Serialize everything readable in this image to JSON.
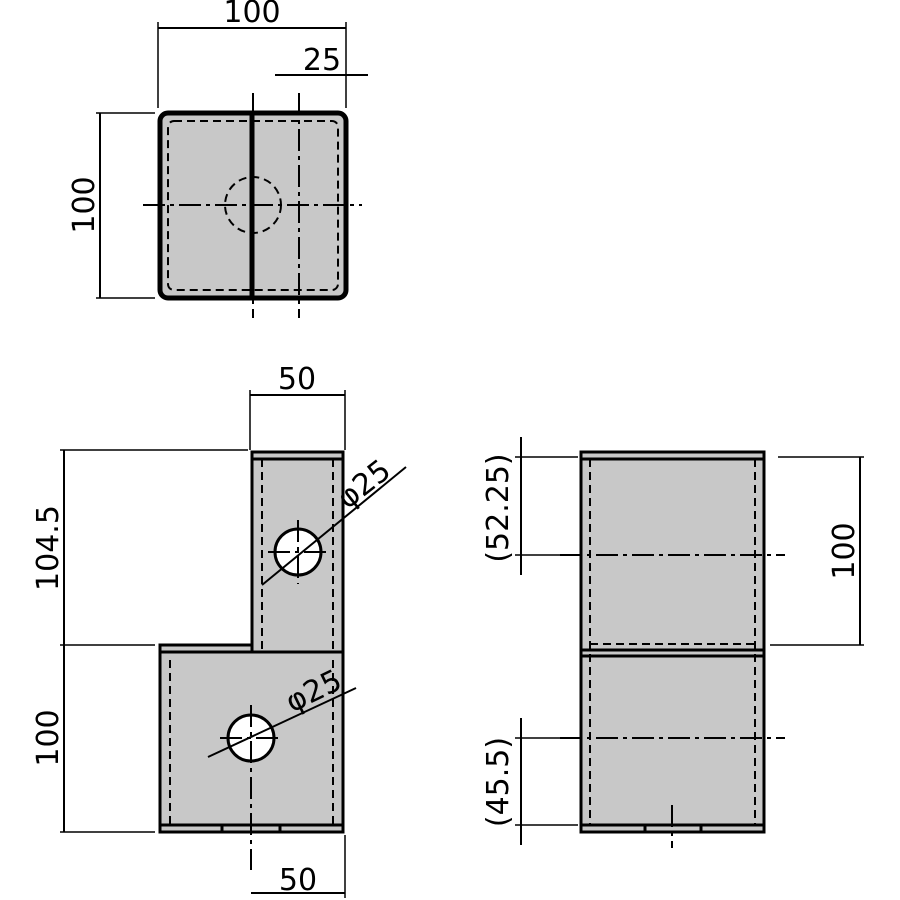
{
  "top_view": {
    "width_label": "100",
    "offset_label": "25",
    "height_label": "100"
  },
  "front_view": {
    "upper_width_label": "50",
    "upper_height_label": "104.5",
    "lower_height_label": "100",
    "bottom_width_label": "50",
    "upper_hole_label": "φ25",
    "lower_hole_label": "φ25"
  },
  "side_view": {
    "upper_ref_label": "(52.25)",
    "lower_ref_label": "(45.5)",
    "height_label": "100"
  },
  "colors": {
    "part_fill": "#c8c8c8",
    "line": "#000000"
  }
}
